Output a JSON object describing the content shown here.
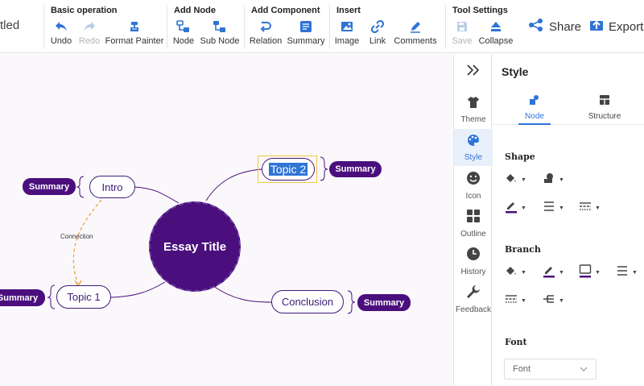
{
  "doc_title": "tled",
  "toolbar": {
    "groups": {
      "basic": "Basic operation",
      "add_node": "Add Node",
      "add_component": "Add Component",
      "insert": "Insert",
      "tool_settings": "Tool Settings"
    },
    "buttons": {
      "undo": "Undo",
      "redo": "Redo",
      "format_painter": "Format Painter",
      "node": "Node",
      "sub_node": "Sub Node",
      "relation": "Relation",
      "summary": "Summary",
      "image": "Image",
      "link": "Link",
      "comments": "Comments",
      "save": "Save",
      "collapse": "Collapse"
    },
    "share": "Share",
    "export": "Export"
  },
  "mindmap": {
    "central": "Essay Title",
    "topics": {
      "intro": "Intro",
      "topic1": "Topic 1",
      "topic2": "Topic 2",
      "conclusion": "Conclusion"
    },
    "summaries": {
      "intro": "Summary",
      "topic1": "Summary",
      "topic2": "Summary",
      "conclusion": "Summary"
    },
    "connection_label": "Connection"
  },
  "sidebar": {
    "items": [
      {
        "label": "Theme",
        "icon": "shirt-icon"
      },
      {
        "label": "Style",
        "icon": "palette-icon"
      },
      {
        "label": "Icon",
        "icon": "smiley-icon"
      },
      {
        "label": "Outline",
        "icon": "outline-icon"
      },
      {
        "label": "History",
        "icon": "clock-icon"
      },
      {
        "label": "Feedback",
        "icon": "wrench-icon"
      }
    ],
    "active": "Style"
  },
  "panel": {
    "title": "Style",
    "tabs": {
      "node": "Node",
      "structure": "Structure"
    },
    "active_tab": "Node",
    "sections": {
      "shape": "Shape",
      "branch": "Branch",
      "font": "Font"
    },
    "font_select": "Font"
  },
  "colors": {
    "accent": "#4b0f7d",
    "link_blue": "#2f74d6",
    "highlight": "#f0c542",
    "connection": "#f0a23a"
  }
}
